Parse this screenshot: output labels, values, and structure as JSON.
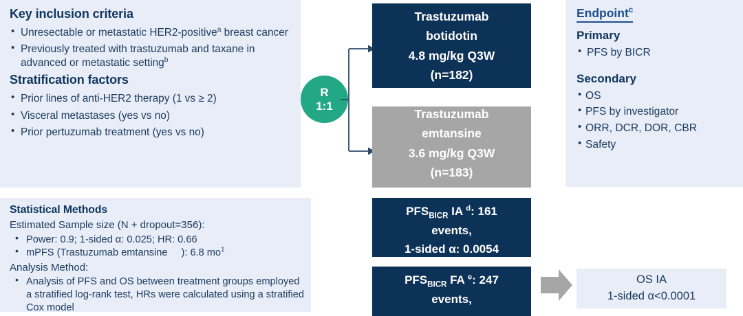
{
  "colors": {
    "panel_bg": "#e8edf8",
    "navy": "#0d3257",
    "text_navy": "#1b3a5c",
    "accent_blue": "#1d4f91",
    "randomization_green": "#22a884",
    "control_grey": "#a6a6a6",
    "arrow_grey": "#a6a6a6"
  },
  "inclusion": {
    "title": "Key inclusion criteria",
    "criteria": [
      {
        "text": "Unresectable or metastatic HER2-positive",
        "sup": "a",
        "tail": " breast cancer"
      },
      {
        "text": "Previously treated with trastuzumab and taxane in advanced or metastatic setting",
        "sup": "b",
        "tail": ""
      }
    ],
    "stratification_title": "Stratification factors",
    "stratification": [
      "Prior lines of anti-HER2 therapy (1 vs ≥ 2)",
      "Visceral metastases (yes vs no)",
      "Prior pertuzumab treatment (yes vs no)"
    ]
  },
  "statistics": {
    "title": "Statistical Methods",
    "sample_size_line": "Estimated Sample size (N + dropout=356):",
    "sample_bullets": [
      {
        "text": "Power: 0.9; 1-sided α: 0.025; HR: 0.66",
        "sup": ""
      },
      {
        "pre": "mPFS (Trastuzumab emtansine",
        "post": "): 6.8 mo",
        "sup": "1"
      }
    ],
    "analysis_line": "Analysis Method:",
    "analysis_bullets": [
      "Analysis of PFS and OS between treatment groups employed a stratified log-rank test, HRs were calculated using a stratified Cox model"
    ]
  },
  "randomization": {
    "label": "R",
    "ratio": "1:1"
  },
  "arms": [
    {
      "id": "experimental",
      "lines": [
        "Trastuzumab",
        "botidotin",
        "4.8 mg/kg  Q3W",
        "(n=182)"
      ]
    },
    {
      "id": "control",
      "lines": [
        "Trastuzumab",
        "emtansine",
        "3.6 mg/kg  Q3W",
        "(n=183)"
      ]
    }
  ],
  "analyses": [
    {
      "id": "pfs-ia",
      "label_main": "PFS",
      "label_sub": "BICR",
      "label_rest": " IA ",
      "sup": "d",
      "value_line": ": 161",
      "line2": "events,",
      "line3": "1-sided α: 0.0054"
    },
    {
      "id": "pfs-fa",
      "label_main": "PFS",
      "label_sub": "BICR",
      "label_rest": " FA ",
      "sup": "e",
      "value_line": ": 247",
      "line2": "events,",
      "line3": ""
    }
  ],
  "endpoints": {
    "title": "Endpoint",
    "title_sup": "c",
    "primary_title": "Primary",
    "primary": [
      "PFS by BICR"
    ],
    "secondary_title": "Secondary",
    "secondary": [
      "OS",
      "PFS by investigator",
      "ORR, DCR, DOR, CBR",
      "Safety"
    ]
  },
  "os_analysis": {
    "line1": "OS IA",
    "line2": "1-sided α<0.0001"
  }
}
